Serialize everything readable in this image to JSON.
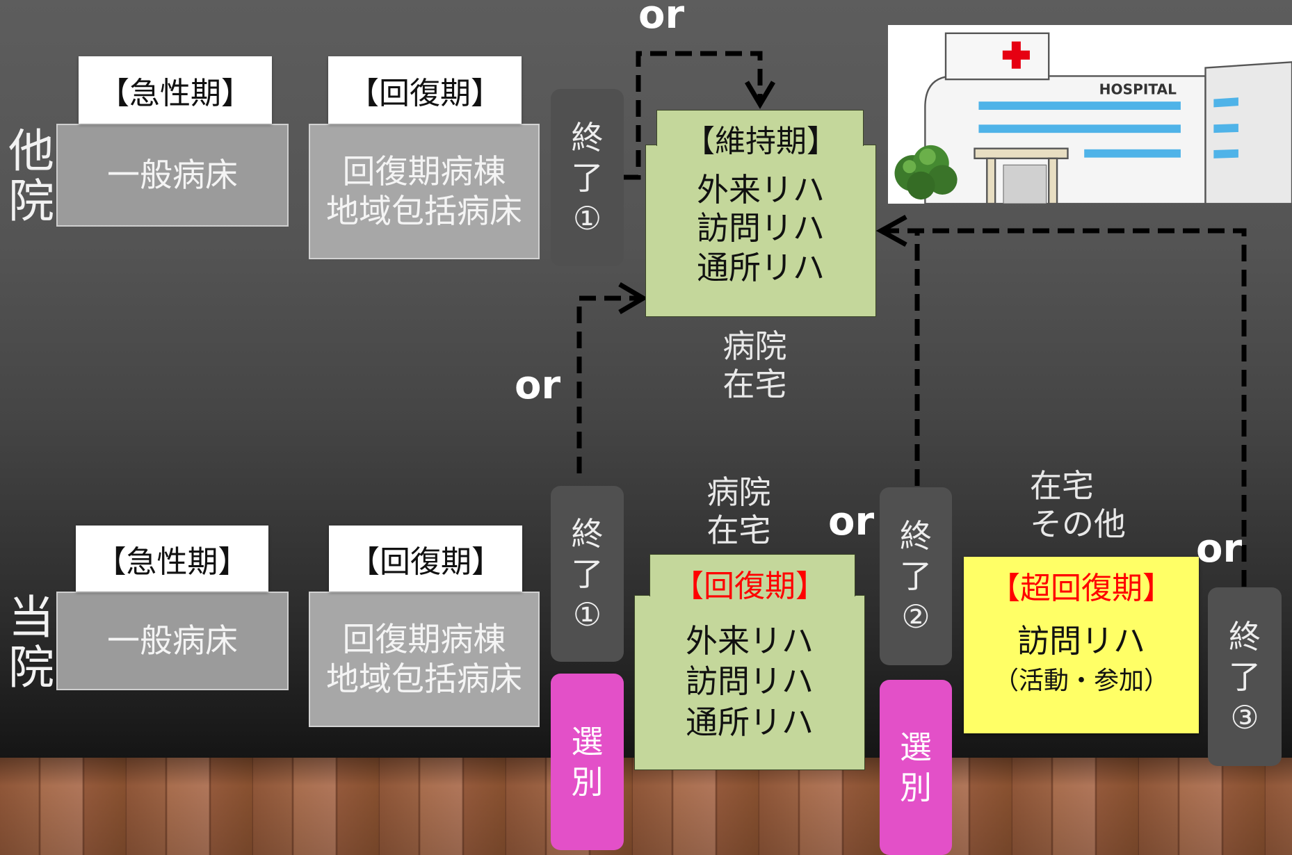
{
  "colors": {
    "maintenance_green": "#c4d79b",
    "recovery_green": "#c4d79b",
    "super_recovery_yellow": "#ffff66",
    "selection_magenta": "#e350c8",
    "end_box": "#505050",
    "header_red": "#ff0000"
  },
  "other_hospital": {
    "label": [
      "他",
      "院"
    ],
    "acute": {
      "header": "【急性期】",
      "ward": "一般病床"
    },
    "recovery": {
      "header": "【回復期】",
      "wards": [
        "回復期病棟",
        "地域包括病床"
      ]
    },
    "end_1": [
      "終",
      "了",
      "①"
    ],
    "maintenance": {
      "header": "【維持期】",
      "services": [
        "外来リハ",
        "訪問リハ",
        "通所リハ"
      ]
    },
    "setting": [
      "病院",
      "在宅"
    ]
  },
  "own_hospital": {
    "label": [
      "当",
      "院"
    ],
    "acute": {
      "header": "【急性期】",
      "ward": "一般病床"
    },
    "recovery": {
      "header": "【回復期】",
      "wards": [
        "回復期病棟",
        "地域包括病床"
      ]
    },
    "end_1": [
      "終",
      "了",
      "①"
    ],
    "selection_1": [
      "選",
      "別"
    ],
    "setting_1": [
      "病院",
      "在宅"
    ],
    "outpatient_recovery": {
      "header": "【回復期】",
      "services": [
        "外来リハ",
        "訪問リハ",
        "通所リハ"
      ]
    },
    "end_2": [
      "終",
      "了",
      "②"
    ],
    "selection_2": [
      "選",
      "別"
    ],
    "setting_2": [
      "在宅",
      "その他"
    ],
    "super_recovery": {
      "header": "【超回復期】",
      "service": "訪問リハ",
      "note": "（活動・参加）"
    },
    "end_3": [
      "終",
      "了",
      "③"
    ]
  },
  "or_labels": {
    "top": "or",
    "left": "or",
    "middle": "or",
    "right": "or"
  },
  "hospital_illustration": {
    "sign": "HOSPITAL",
    "icon": "hospital-building-icon"
  }
}
